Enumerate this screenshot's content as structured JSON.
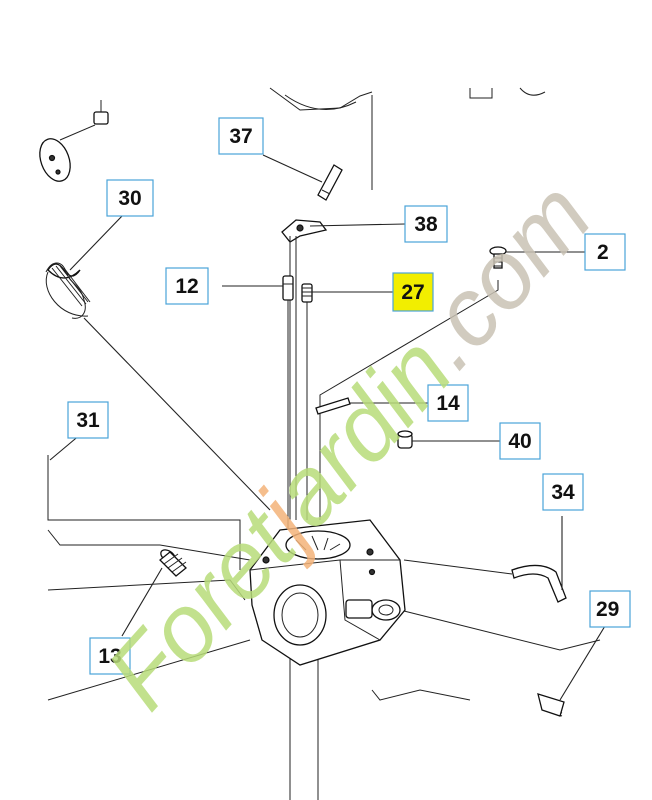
{
  "callouts": {
    "c37": "37",
    "c30": "30",
    "c38": "38",
    "c12": "12",
    "c27": "27",
    "c29a": "2",
    "c14": "14",
    "c31": "31",
    "c40": "40",
    "c34": "34",
    "c13": "13",
    "c29b": "29"
  },
  "highlighted_callout": "27",
  "watermark": {
    "text_green": "Foret",
    "text_orange": "j",
    "text_green2": "ardin",
    "text_gray": ".com"
  },
  "colors": {
    "callout_border": "#4aa3d8",
    "highlight": "#f2ee00",
    "watermark_green": "#b8dc7a",
    "watermark_orange": "#f4b37a",
    "watermark_gray": "#c9c2b4"
  }
}
